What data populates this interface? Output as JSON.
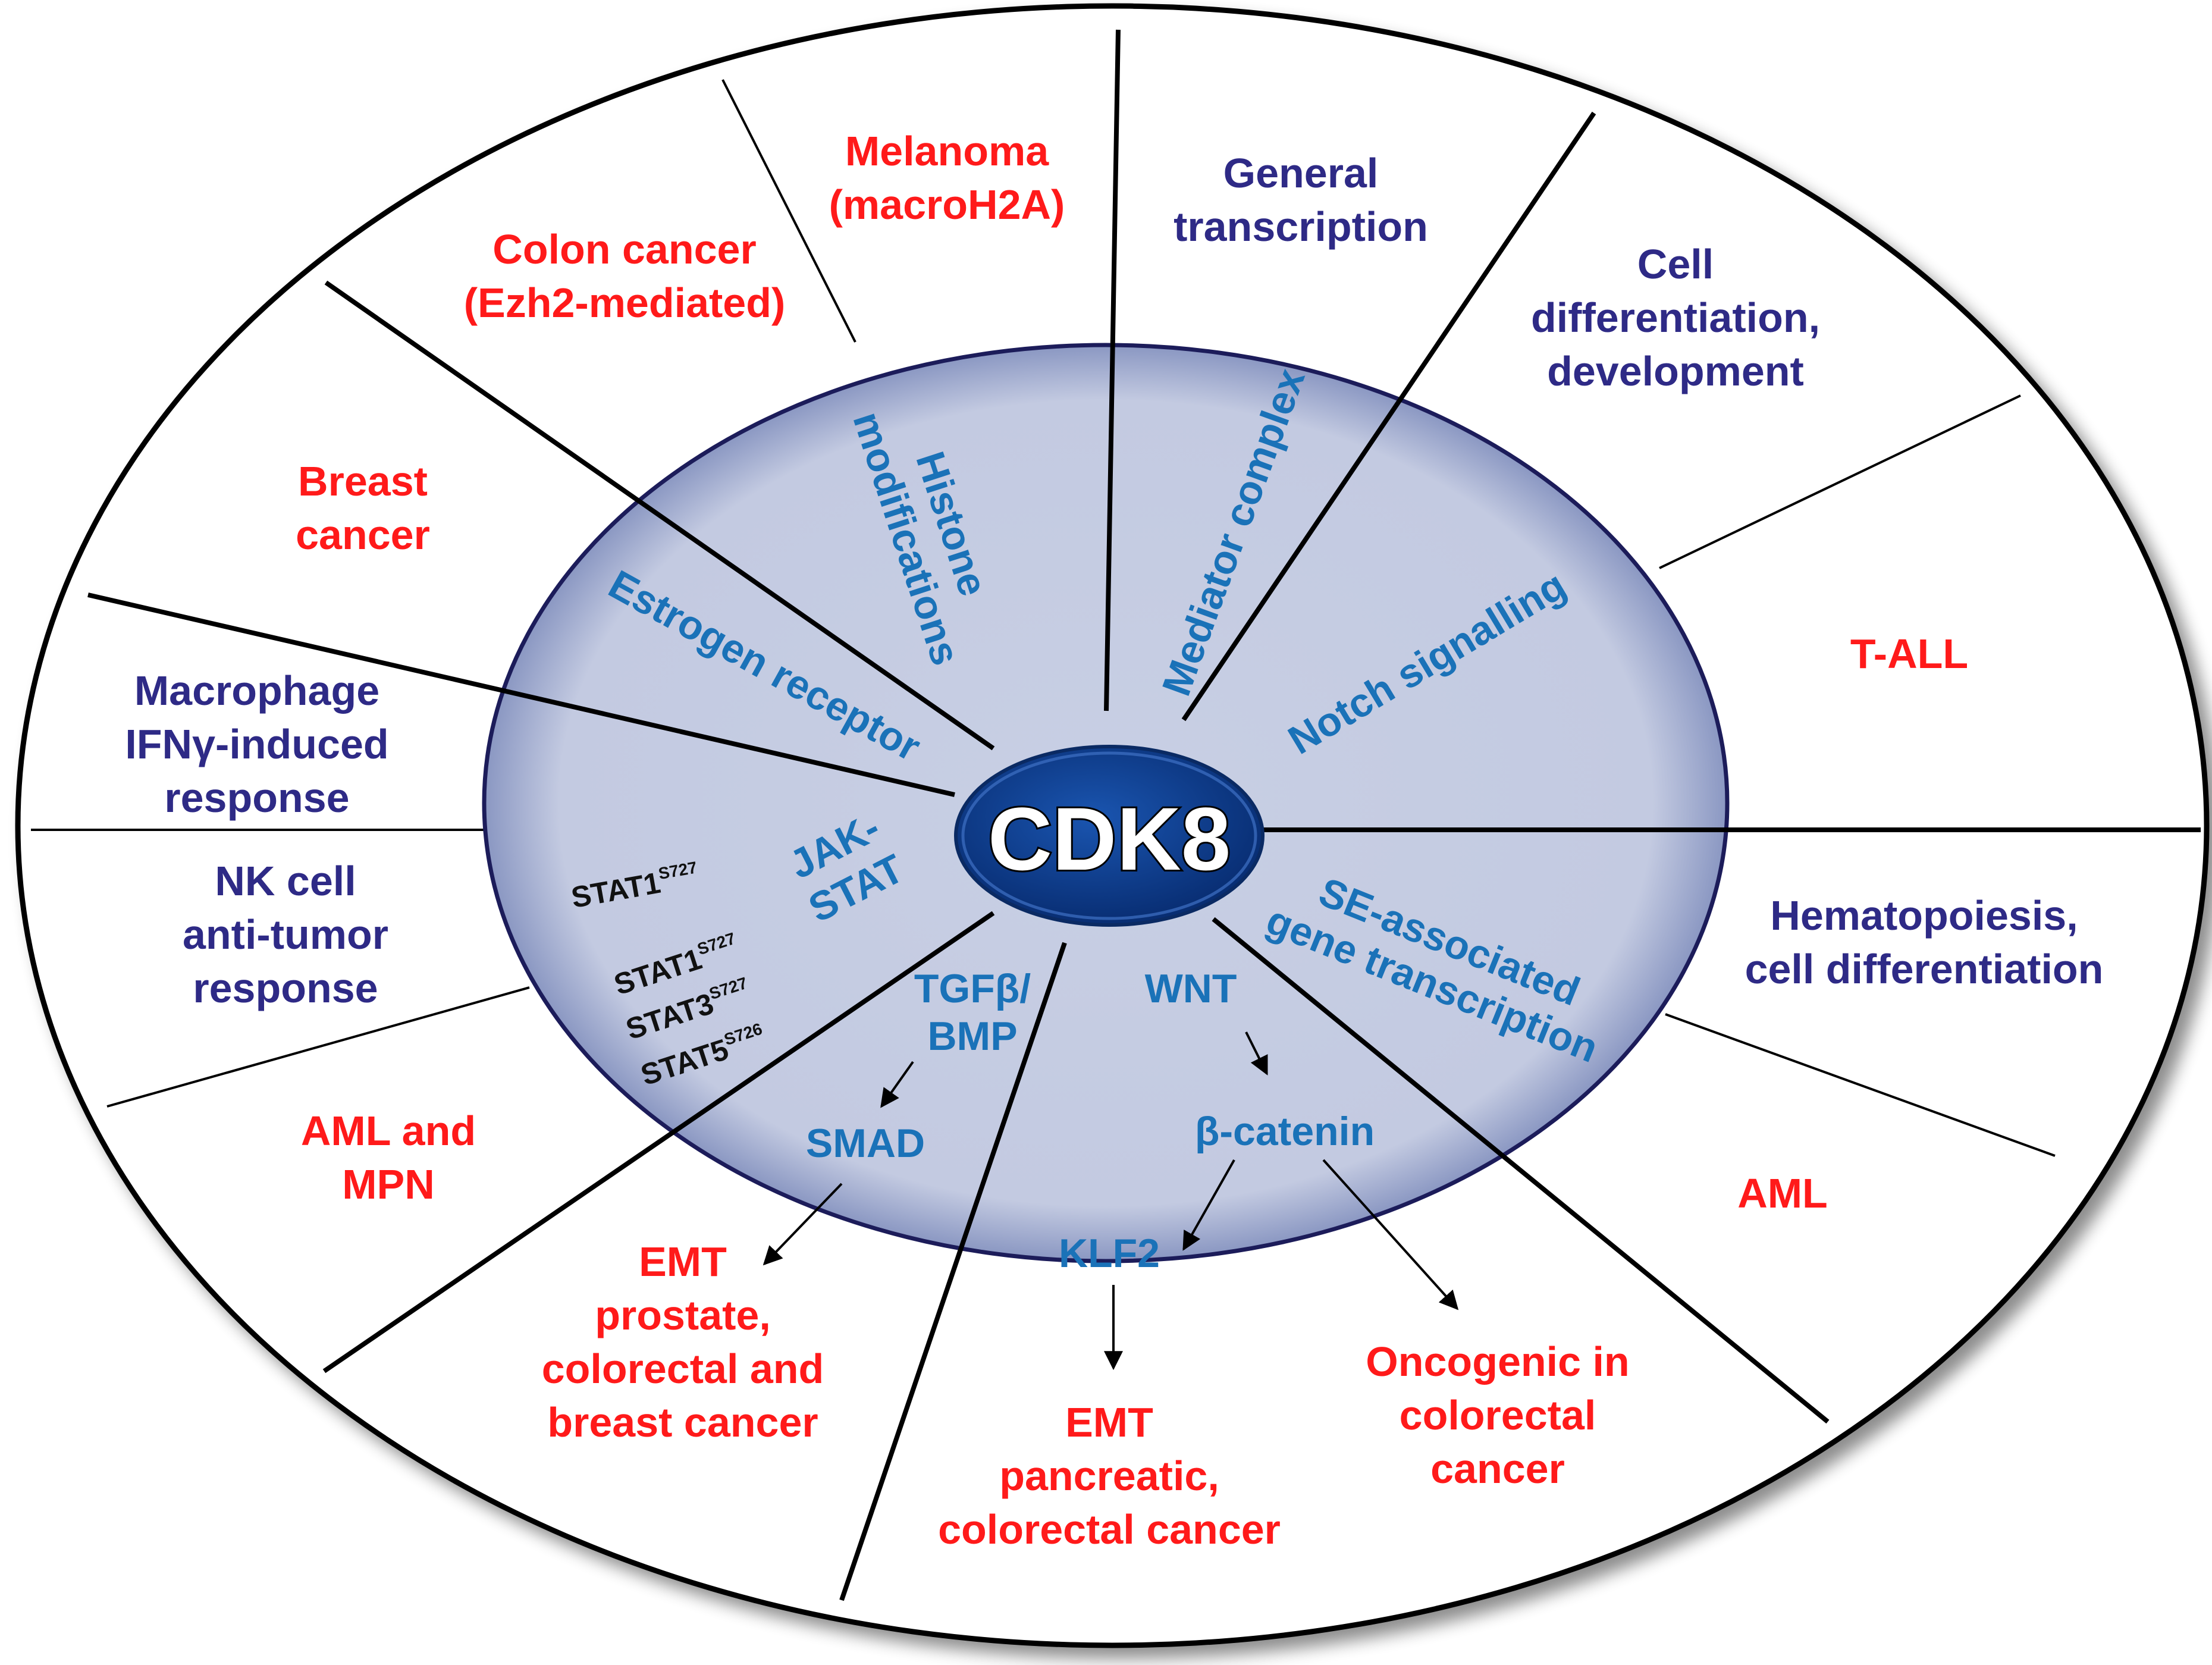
{
  "center": {
    "label": "CDK8"
  },
  "colors": {
    "disease_text": "#ff1a1a",
    "process_text": "#2e2a86",
    "pathway_text": "#1a72b8",
    "inner_fill": "#c5cce2",
    "center_fill": "#0b3a8a"
  },
  "outer_labels": {
    "melanoma": [
      "Melanoma",
      "(macroH2A)"
    ],
    "general_transcription": [
      "General",
      "transcription"
    ],
    "cell_differentiation": [
      "Cell",
      "differentiation,",
      "development"
    ],
    "colon_cancer": [
      "Colon cancer",
      "(Ezh2-mediated)"
    ],
    "breast_cancer": [
      "Breast",
      "cancer"
    ],
    "t_all": [
      "T-ALL"
    ],
    "macrophage": [
      "Macrophage",
      "IFNγ-induced",
      "response"
    ],
    "nk_cell": [
      "NK cell",
      "anti-tumor",
      "response"
    ],
    "hematopoiesis": [
      "Hematopoiesis,",
      "cell differentiation"
    ],
    "aml_mpn": [
      "AML and",
      "MPN"
    ],
    "aml": [
      "AML"
    ],
    "emt_prostate": [
      "EMT",
      "prostate,",
      "colorectal and",
      "breast cancer"
    ],
    "emt_pancreatic": [
      "EMT",
      "pancreatic,",
      "colorectal cancer"
    ],
    "oncogenic": [
      "Oncogenic in",
      "colorectal",
      "cancer"
    ]
  },
  "inner_labels": {
    "histone": [
      "Histone",
      "modifications"
    ],
    "mediator": "Mediator complex",
    "notch": "Notch signalling",
    "estrogen": "Estrogen receptor",
    "jak_stat": [
      "JAK-",
      "STAT"
    ],
    "se_associated": [
      "SE-associated",
      "gene transcription"
    ],
    "tgfb": [
      "TGFβ/",
      "BMP"
    ],
    "smad": "SMAD",
    "wnt": "WNT",
    "beta_catenin": "β-catenin",
    "klf2": "KLF2"
  },
  "stat_labels": [
    {
      "name": "STAT1",
      "site": "S727"
    },
    {
      "name": "STAT1",
      "site": "S727"
    },
    {
      "name": "STAT3",
      "site": "S727"
    },
    {
      "name": "STAT5",
      "site": "S726"
    }
  ]
}
